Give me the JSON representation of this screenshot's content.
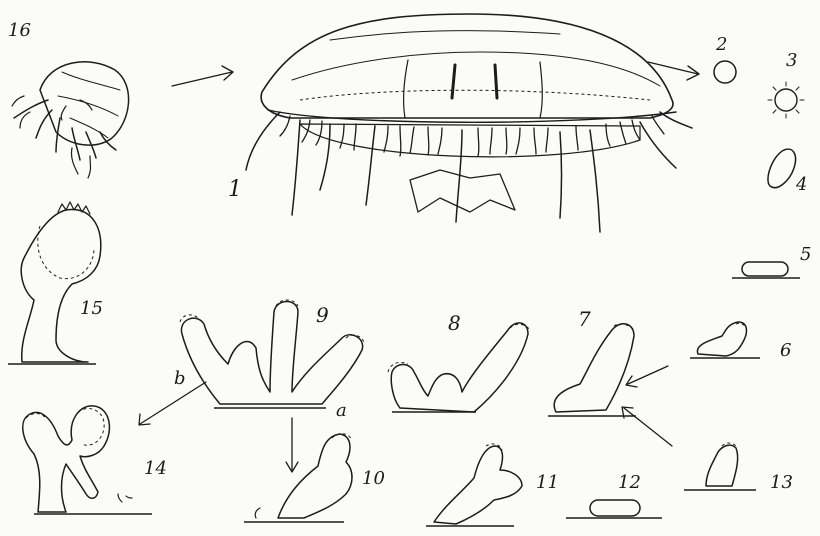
{
  "stages": [
    {
      "key": "s1",
      "label": "1"
    },
    {
      "key": "s2",
      "label": "2"
    },
    {
      "key": "s3",
      "label": "3"
    },
    {
      "key": "s4",
      "label": "4"
    },
    {
      "key": "s5",
      "label": "5"
    },
    {
      "key": "s6",
      "label": "6"
    },
    {
      "key": "s7",
      "label": "7"
    },
    {
      "key": "s8",
      "label": "8"
    },
    {
      "key": "s9",
      "label": "9"
    },
    {
      "key": "s10",
      "label": "10"
    },
    {
      "key": "s11",
      "label": "11"
    },
    {
      "key": "s12",
      "label": "12"
    },
    {
      "key": "s13",
      "label": "13"
    },
    {
      "key": "s14",
      "label": "14"
    },
    {
      "key": "s15",
      "label": "15"
    },
    {
      "key": "s16",
      "label": "16"
    }
  ],
  "annotations": {
    "a": "a",
    "b": "b"
  },
  "colors": {
    "ink": "#1c1c1c",
    "paper": "#fbfbf8"
  }
}
